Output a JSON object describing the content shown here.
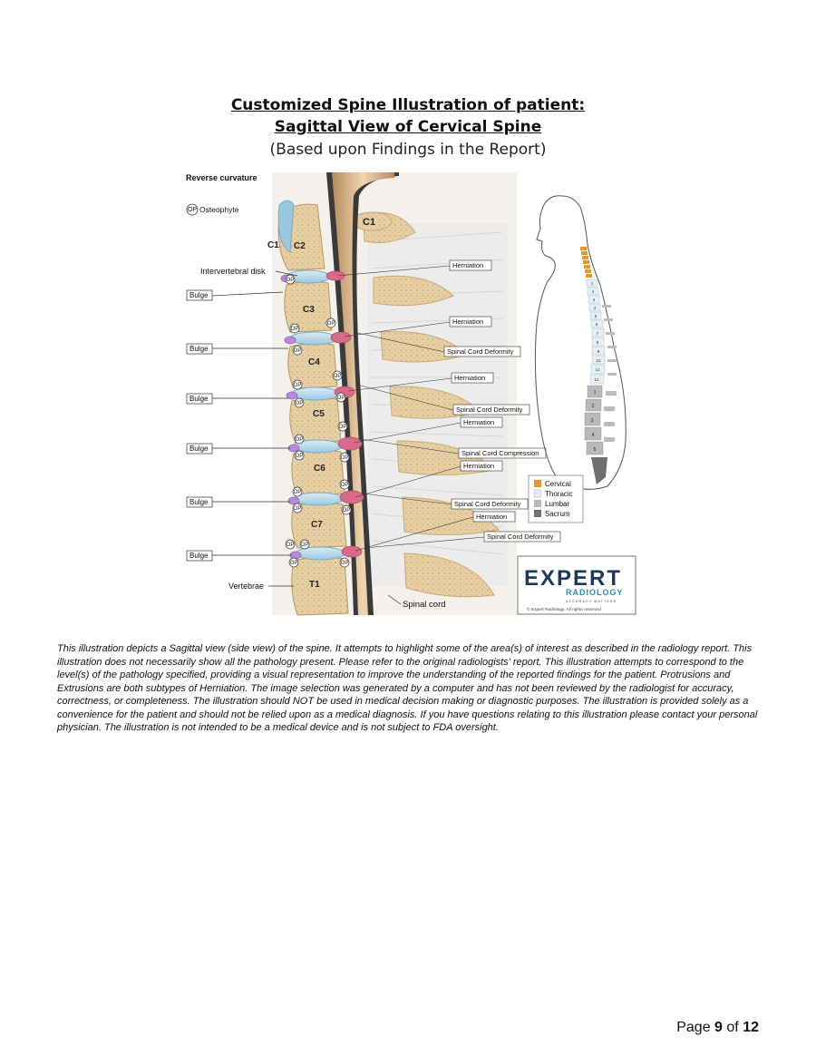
{
  "title": {
    "line1": "Customized Spine Illustration of patient:",
    "line2": "Sagittal View of Cervical Spine",
    "line3": "(Based upon Findings in the Report)"
  },
  "figure": {
    "curvature_note": "Reverse curvature",
    "op_badge": "OP",
    "osteophyte_legend": "Osteophyte",
    "vertebra_labels": [
      "C1",
      "C2",
      "C3",
      "C4",
      "C5",
      "C6",
      "C7",
      "T1"
    ],
    "front_c1_label": "C1",
    "intervertebral_disk_label": "Intervertebral disk",
    "vertebrae_label": "Vertebrae",
    "spinal_cord_label": "Spinal cord",
    "left_callouts": [
      "Bulge",
      "Bulge",
      "Bulge",
      "Bulge",
      "Bulge",
      "Bulge"
    ],
    "right_callouts": [
      "Herniation",
      "Herniation",
      "Spinal Cord Deformity",
      "Herniation",
      "Spinal Cord Deformity",
      "Herniation",
      "Spinal Cord Compression",
      "Herniation",
      "Spinal Cord Deformity",
      "Herniation",
      "Spinal Cord Deformity"
    ],
    "spine_legend": [
      {
        "label": "Cervical",
        "color": "#e8952e"
      },
      {
        "label": "Thoracic",
        "color": "#e6eff4"
      },
      {
        "label": "Lumbar",
        "color": "#b9b9b9"
      },
      {
        "label": "Sacrum",
        "color": "#6f6f6f"
      }
    ],
    "body_thoracic_numbers": [
      "1",
      "2",
      "3",
      "4",
      "5",
      "6",
      "7",
      "8",
      "9",
      "10",
      "11",
      "12"
    ],
    "body_lumbar_numbers": [
      "1",
      "2",
      "3",
      "4",
      "5"
    ],
    "logo": {
      "word1": "EXPERT",
      "word2": "RADIOLOGY",
      "tagline": "ACCURACY MATTERS",
      "copyright": "© Expert Radiology. All rights reserved"
    },
    "colors": {
      "bone": "#e8d2a8",
      "bone_dark": "#c9a978",
      "disk": "#bcdcec",
      "herniation": "#d96b8a",
      "bulge": "#b98ad8",
      "cord": "#d9b48a",
      "brand_navy": "#1d3a5c",
      "brand_teal": "#2a8fb0"
    }
  },
  "disclaimer": "This illustration depicts a Sagittal view (side view) of the spine. It attempts to highlight some of the area(s) of interest as described in the radiology report. This illustration does not necessarily show all the pathology present. Please refer to the original radiologists' report. This illustration attempts to correspond to the level(s) of the pathology specified, providing a visual representation to improve the understanding of the reported findings for the patient. Protrusions and Extrusions are both subtypes of Herniation. The image selection was generated by a computer and has not been reviewed by the radiologist for accuracy, correctness, or completeness. The illustration should NOT be used in medical decision making or diagnostic purposes. The illustration is provided solely as a convenience for the patient and should not be relied upon as a medical diagnosis. If you have questions relating to this illustration please contact your personal physician. The illustration is not intended to be a medical device and is not subject to FDA oversight.",
  "page": {
    "prefix": "Page",
    "current": "9",
    "separator": "of",
    "total": "12"
  }
}
